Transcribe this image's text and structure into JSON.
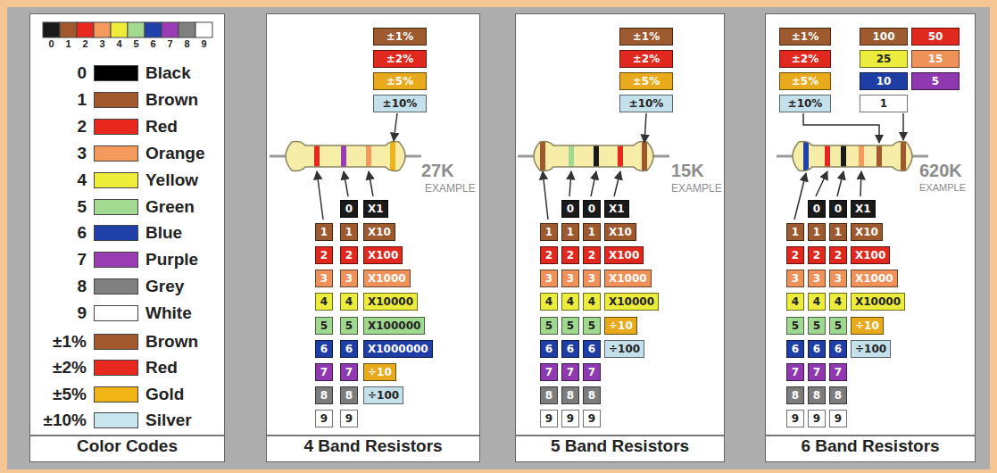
{
  "diagram": {
    "nodes": [
      {
        "text": [
          "Color Codes"
        ]
      },
      {
        "text": [
          "4 Band Resistors"
        ]
      },
      {
        "text": [
          "±1%"
        ],
        "in": 1
      },
      {
        "text": [
          "±2%"
        ],
        "in": 1
      },
      {
        "text": [
          "±5%"
        ],
        "in": 1
      },
      {
        "text": [
          "±10%"
        ],
        "in": 1
      },
      {
        "text": [
          "0"
        ],
        "in": 1
      },
      {
        "text": [
          "X1"
        ],
        "in": 1
      },
      {
        "text": [
          "1"
        ],
        "in": 1
      },
      {
        "text": [
          "1"
        ],
        "in": 1
      },
      {
        "text": [
          "X10"
        ],
        "in": 1
      },
      {
        "text": [
          "2"
        ],
        "in": 1
      },
      {
        "text": [
          "2"
        ],
        "in": 1
      },
      {
        "text": [
          "X100"
        ],
        "in": 1
      },
      {
        "text": [
          "3"
        ],
        "in": 1
      },
      {
        "text": [
          "3"
        ],
        "in": 1
      },
      {
        "text": [
          "X1000"
        ],
        "in": 1
      },
      {
        "text": [
          "4"
        ],
        "in": 1
      },
      {
        "text": [
          "4"
        ],
        "in": 1
      },
      {
        "text": [
          "X10000"
        ],
        "in": 1
      },
      {
        "text": [
          "5"
        ],
        "in": 1
      },
      {
        "text": [
          "5"
        ],
        "in": 1
      },
      {
        "text": [
          "X100000"
        ],
        "in": 1
      },
      {
        "text": [
          "6"
        ],
        "in": 1
      },
      {
        "text": [
          "6"
        ],
        "in": 1
      },
      {
        "text": [
          "X1000000"
        ],
        "in": 1
      },
      {
        "text": [
          "7"
        ],
        "in": 1
      },
      {
        "text": [
          "7"
        ],
        "in": 1
      },
      {
        "text": [
          "÷10"
        ],
        "in": 1
      },
      {
        "text": [
          "8"
        ],
        "in": 1
      },
      {
        "text": [
          "8"
        ],
        "in": 1
      },
      {
        "text": [
          "÷100"
        ],
        "in": 1
      },
      {
        "text": [
          "9"
        ],
        "in": 1
      },
      {
        "text": [
          "9"
        ],
        "in": 1
      },
      {
        "text": [
          "5 Band Resistors"
        ]
      },
      {
        "text": [
          "±1%"
        ],
        "in": 34
      },
      {
        "text": [
          "±2%"
        ],
        "in": 34
      },
      {
        "text": [
          "±5%"
        ],
        "in": 34
      },
      {
        "text": [
          "±10%"
        ],
        "in": 34
      },
      {
        "text": [
          "0"
        ],
        "in": 34
      },
      {
        "text": [
          "0"
        ],
        "in": 34
      },
      {
        "text": [
          "X1"
        ],
        "in": 34
      },
      {
        "text": [
          "1"
        ],
        "in": 34
      },
      {
        "text": [
          "1"
        ],
        "in": 34
      },
      {
        "text": [
          "1"
        ],
        "in": 34
      },
      {
        "text": [
          "X10"
        ],
        "in": 34
      },
      {
        "text": [
          "2"
        ],
        "in": 34
      },
      {
        "text": [
          "2"
        ],
        "in": 34
      },
      {
        "text": [
          "2"
        ],
        "in": 34
      },
      {
        "text": [
          "X100"
        ],
        "in": 34
      },
      {
        "text": [
          "3"
        ],
        "in": 34
      },
      {
        "text": [
          "3"
        ],
        "in": 34
      },
      {
        "text": [
          "3"
        ],
        "in": 34
      },
      {
        "text": [
          "X1000"
        ],
        "in": 34
      },
      {
        "text": [
          "4"
        ],
        "in": 34
      },
      {
        "text": [
          "4"
        ],
        "in": 34
      },
      {
        "text": [
          "4"
        ],
        "in": 34
      },
      {
        "text": [
          "X10000"
        ],
        "in": 34
      },
      {
        "text": [
          "5"
        ],
        "in": 34
      },
      {
        "text": [
          "5"
        ],
        "in": 34
      },
      {
        "text": [
          "5"
        ],
        "in": 34
      },
      {
        "text": [
          "÷10"
        ],
        "in": 34
      },
      {
        "text": [
          "6"
        ],
        "in": 34
      },
      {
        "text": [
          "6"
        ],
        "in": 34
      },
      {
        "text": [
          "6"
        ],
        "in": 34
      },
      {
        "text": [
          "÷100"
        ],
        "in": 34
      },
      {
        "text": [
          "7"
        ],
        "in": 34
      },
      {
        "text": [
          "7"
        ],
        "in": 34
      },
      {
        "text": [
          "7"
        ],
        "in": 34
      },
      {
        "text": [
          "8"
        ],
        "in": 34
      },
      {
        "text": [
          "8"
        ],
        "in": 34
      },
      {
        "text": [
          "8"
        ],
        "in": 34
      },
      {
        "text": [
          "9"
        ],
        "in": 34
      },
      {
        "text": [
          "9"
        ],
        "in": 34
      },
      {
        "text": [
          "9"
        ],
        "in": 34
      },
      {
        "text": [
          "6 Band Resistors"
        ]
      },
      {
        "text": [
          "±1%"
        ],
        "in": 75
      },
      {
        "text": [
          "100"
        ],
        "in": 75
      },
      {
        "text": [
          "50"
        ],
        "in": 75
      },
      {
        "text": [
          "±2%"
        ],
        "in": 75
      },
      {
        "text": [
          "25"
        ],
        "in": 75
      },
      {
        "text": [
          "15"
        ],
        "in": 75
      },
      {
        "text": [
          "±5%"
        ],
        "in": 75
      },
      {
        "text": [
          "10"
        ],
        "in": 75
      },
      {
        "text": [
          "5"
        ],
        "in": 75
      },
      {
        "text": [
          "±10%"
        ],
        "in": 75
      },
      {
        "text": [
          "1"
        ],
        "in": 75
      },
      {
        "text": [
          "0"
        ],
        "in": 75
      },
      {
        "text": [
          "0"
        ],
        "in": 75
      },
      {
        "text": [
          "X1"
        ],
        "in": 75
      },
      {
        "text": [
          "1"
        ],
        "in": 75
      },
      {
        "text": [
          "1"
        ],
        "in": 75
      },
      {
        "text": [
          "1"
        ],
        "in": 75
      },
      {
        "text": [
          "X10"
        ],
        "in": 75
      },
      {
        "text": [
          "2"
        ],
        "in": 75
      },
      {
        "text": [
          "2"
        ],
        "in": 75
      },
      {
        "text": [
          "2"
        ],
        "in": 75
      },
      {
        "text": [
          "X100"
        ],
        "in": 75
      },
      {
        "text": [
          "3"
        ],
        "in": 75
      },
      {
        "text": [
          "3"
        ],
        "in": 75
      },
      {
        "text": [
          "3"
        ],
        "in": 75
      },
      {
        "text": [
          "X1000"
        ],
        "in": 75
      },
      {
        "text": [
          "4"
        ],
        "in": 75
      },
      {
        "text": [
          "4"
        ],
        "in": 75
      },
      {
        "text": [
          "4"
        ],
        "in": 75
      },
      {
        "text": [
          "X10000"
        ],
        "in": 75
      },
      {
        "text": [
          "5"
        ],
        "in": 75
      },
      {
        "text": [
          "5"
        ],
        "in": 75
      },
      {
        "text": [
          "5"
        ],
        "in": 75
      },
      {
        "text": [
          "÷10"
        ],
        "in": 75
      },
      {
        "text": [
          "6"
        ],
        "in": 75
      },
      {
        "text": [
          "6"
        ],
        "in": 75
      },
      {
        "text": [
          "6"
        ],
        "in": 75
      },
      {
        "text": [
          "÷100"
        ],
        "in": 75
      },
      {
        "text": [
          "7"
        ],
        "in": 75
      },
      {
        "text": [
          "7"
        ],
        "in": 75
      },
      {
        "text": [
          "7"
        ],
        "in": 75
      },
      {
        "text": [
          "8"
        ],
        "in": 75
      },
      {
        "text": [
          "8"
        ],
        "in": 75
      },
      {
        "text": [
          "8"
        ],
        "in": 75
      },
      {
        "text": [
          "9"
        ],
        "in": 75
      },
      {
        "text": [
          "9"
        ],
        "in": 75
      },
      {
        "text": [
          "9"
        ],
        "in": 75
      }
    ],
    "labels": [
      "0",
      "1",
      "2",
      "3",
      "4",
      "5",
      "6",
      "7",
      "8",
      "9",
      "0",
      "1",
      "2",
      "3",
      "4",
      "5",
      "6",
      "7",
      "8",
      "9",
      "±1%",
      "±2%",
      "±5%",
      "±10%",
      "27K",
      "EXAMPLE",
      "15K",
      "EXAMPLE",
      "620K",
      "EXAMPLE"
    ],
    "legend": [
      {
        "text": "Black",
        "color": "#000000"
      },
      {
        "text": "Brown",
        "color": "#a0582c"
      },
      {
        "text": "Red",
        "color": "#e8281e"
      },
      {
        "text": "Orange",
        "color": "#f39a5c"
      },
      {
        "text": "Yellow",
        "color": "#eeee3a"
      },
      {
        "text": "Green",
        "color": "#a2da92"
      },
      {
        "text": "Blue",
        "color": "#2042a8"
      },
      {
        "text": "Purple",
        "color": "#9a3cb4"
      },
      {
        "text": "Grey",
        "color": "#808080"
      },
      {
        "text": "White",
        "color": "#ffffff"
      },
      {
        "text": "Brown",
        "color": "#a0582c"
      },
      {
        "text": "Red",
        "color": "#e8281e"
      },
      {
        "text": "Gold",
        "color": "#f0b414"
      },
      {
        "text": "Silver",
        "color": "#c8e4ec"
      }
    ]
  }
}
